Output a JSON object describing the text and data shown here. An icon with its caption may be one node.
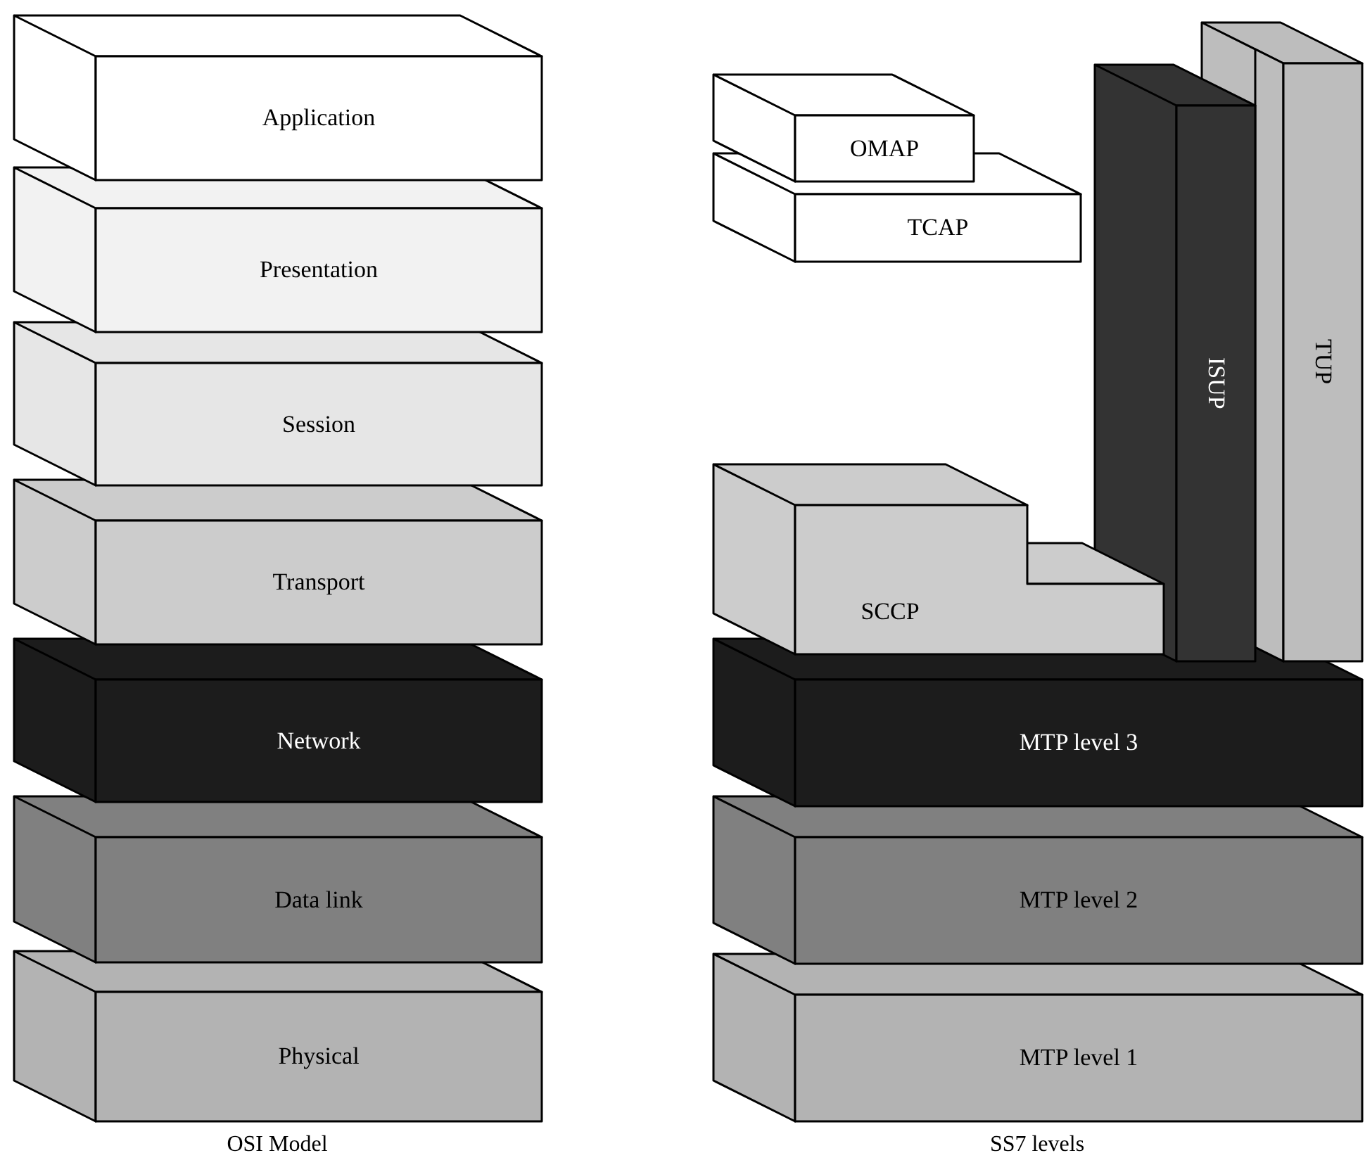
{
  "diagram": {
    "nodes": [
      {
        "text": [
          "Application"
        ]
      },
      {
        "text": [
          "Presentation"
        ]
      },
      {
        "text": [
          "Session"
        ]
      },
      {
        "text": [
          "Transport"
        ]
      },
      {
        "text": [
          "Network"
        ]
      },
      {
        "text": [
          "Data link"
        ]
      },
      {
        "text": [
          "Physical"
        ]
      },
      {
        "text": [
          "OMAP"
        ]
      },
      {
        "text": [
          "TCAP"
        ]
      },
      {
        "text": [
          "ISUP"
        ]
      },
      {
        "text": [
          "TUP"
        ]
      },
      {
        "text": [
          "SCCP"
        ]
      },
      {
        "text": [
          "MTP level 3"
        ]
      },
      {
        "text": [
          "MTP level 2"
        ]
      },
      {
        "text": [
          "MTP level 1"
        ]
      }
    ],
    "labels": [
      "OSI Model",
      "SS7 levels"
    ]
  }
}
